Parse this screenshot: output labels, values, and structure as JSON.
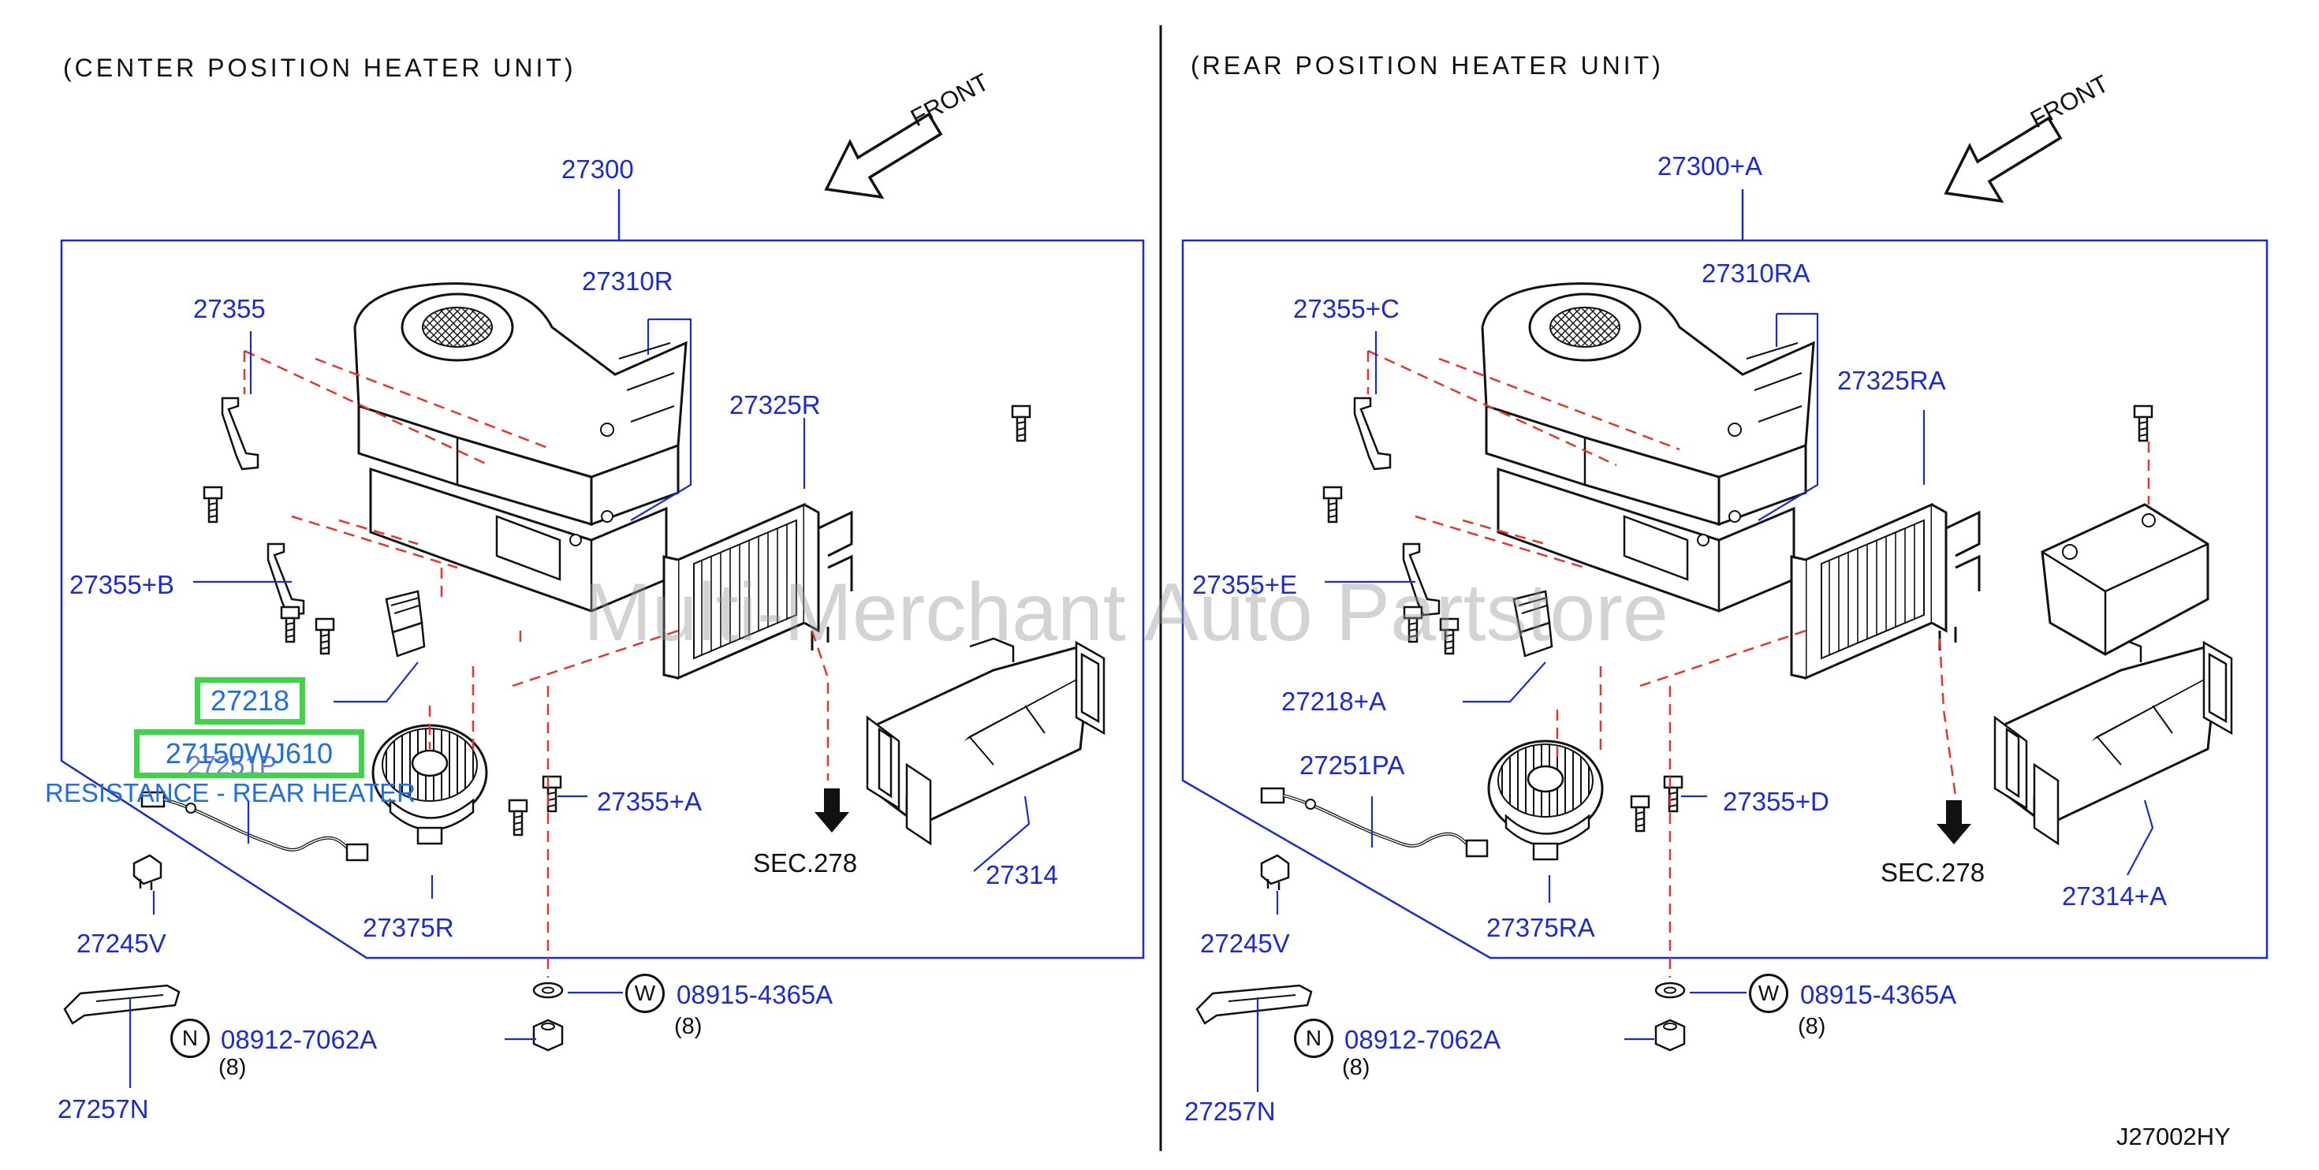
{
  "left_panel": {
    "header": "(CENTER POSITION HEATER UNIT)",
    "front_label": "FRONT",
    "parts": {
      "unit": "27300",
      "case": "27310R",
      "core": "27325R",
      "bracket": "27355",
      "bracket_b": "27355+B",
      "bracket_a": "27355+A",
      "resistor": "27218",
      "harness": "27251P",
      "clip": "27245V",
      "motor": "27375R",
      "duct": "27314",
      "sec": "SEC.278",
      "stay": "27257N",
      "washer_code": "W",
      "washer": "08915-4365A",
      "washer_qty": "(8)",
      "nut_code": "N",
      "nut": "08912-7062A",
      "nut_qty": "(8)"
    },
    "highlight_part": "27218",
    "highlight_replacement": "27150WJ610",
    "annotation": "RESISTANCE - REAR HEATER"
  },
  "right_panel": {
    "header": "(REAR POSITION HEATER UNIT)",
    "front_label": "FRONT",
    "parts": {
      "unit": "27300+A",
      "case": "27310RA",
      "core": "27325RA",
      "bracket": "27355+C",
      "bracket_e": "27355+E",
      "bracket_d": "27355+D",
      "resistor": "27218+A",
      "harness": "27251PA",
      "clip": "27245V",
      "motor": "27375RA",
      "duct": "27314+A",
      "sec": "SEC.278",
      "stay": "27257N",
      "washer_code": "W",
      "washer": "08915-4365A",
      "washer_qty": "(8)",
      "nut_code": "N",
      "nut": "08912-7062A",
      "nut_qty": "(8)"
    }
  },
  "diagram_code": "J27002HY",
  "watermark": "Multi-Merchant Auto Partstore",
  "colors": {
    "part_number": "#1c2bd0",
    "leader": "#1c2bd0",
    "dash": "#e8342c",
    "highlight": "#3ed44a",
    "annotation": "#1e6fe0"
  }
}
